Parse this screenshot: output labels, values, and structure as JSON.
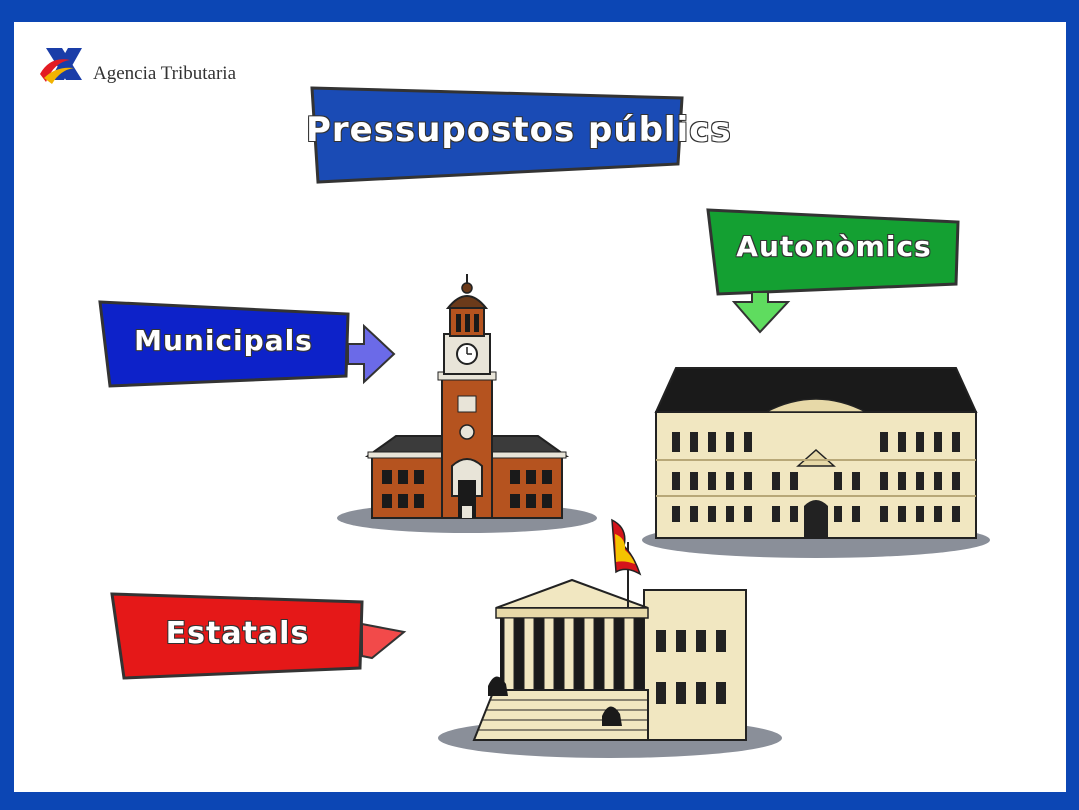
{
  "logo": {
    "text": "Agencia Tributaria"
  },
  "title": {
    "text": "Pressupostos públics"
  },
  "labels": {
    "municipals": "Municipals",
    "autonomics": "Autonòmics",
    "estatals": "Estatals"
  },
  "colors": {
    "frame": "#0c46b4",
    "title_banner": "#1a4bb5",
    "municipals_banner": "#0d22c9",
    "autonomics_banner": "#14a032",
    "estatals_banner": "#e51818"
  },
  "icons": [
    "agencia-tributaria-logo-icon",
    "town-hall-icon",
    "regional-parliament-icon",
    "congress-building-icon",
    "spanish-flag-icon"
  ]
}
